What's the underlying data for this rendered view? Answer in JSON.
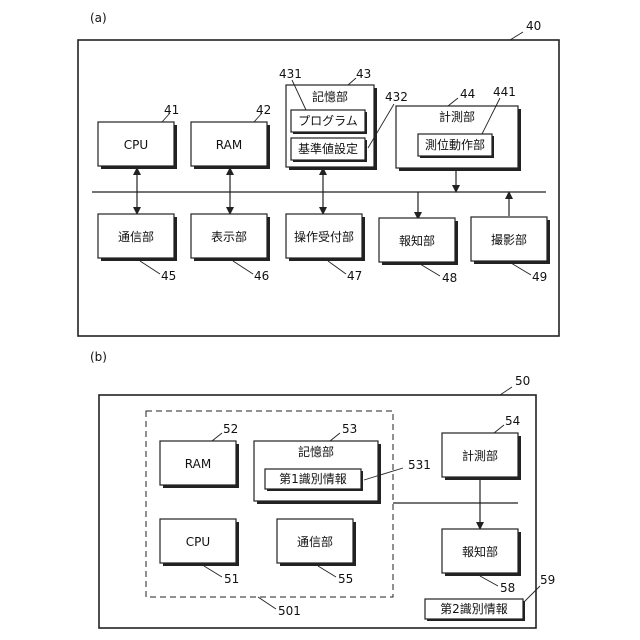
{
  "fig_a": {
    "tag": "(a)",
    "frame_ref": "40",
    "cpu": {
      "label": "CPU",
      "ref": "41"
    },
    "ram": {
      "label": "RAM",
      "ref": "42"
    },
    "storage": {
      "label": "記憶部",
      "ref": "43",
      "program": {
        "label": "プログラム",
        "ref": "431"
      },
      "ref_value": {
        "label": "基準値設定",
        "ref": "432"
      }
    },
    "measure": {
      "label": "計測部",
      "ref": "44",
      "positioning": {
        "label": "測位動作部",
        "ref": "441"
      }
    },
    "comm": {
      "label": "通信部",
      "ref": "45"
    },
    "display": {
      "label": "表示部",
      "ref": "46"
    },
    "input": {
      "label": "操作受付部",
      "ref": "47"
    },
    "notify": {
      "label": "報知部",
      "ref": "48"
    },
    "camera": {
      "label": "撮影部",
      "ref": "49"
    }
  },
  "fig_b": {
    "tag": "(b)",
    "frame_ref": "50",
    "group_ref": "501",
    "ram": {
      "label": "RAM",
      "ref": "52"
    },
    "storage": {
      "label": "記憶部",
      "ref": "53",
      "id1": {
        "label": "第1識別情報",
        "ref": "531"
      }
    },
    "measure": {
      "label": "計測部",
      "ref": "54"
    },
    "cpu": {
      "label": "CPU",
      "ref": "51"
    },
    "comm": {
      "label": "通信部",
      "ref": "55"
    },
    "notify": {
      "label": "報知部",
      "ref": "58"
    },
    "id2": {
      "label": "第2識別情報",
      "ref": "59"
    }
  }
}
